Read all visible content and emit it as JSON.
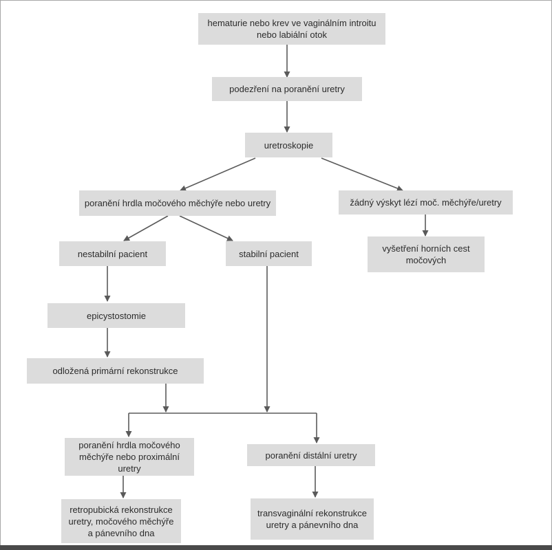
{
  "colors": {
    "box_fill": "#dcdcdc",
    "line": "#5a5a5a",
    "text": "#2b2b2b",
    "bottom_bar": "#4a4a4a"
  },
  "nodes": {
    "hematuria": "hematurie nebo krev ve vaginálním introitu\nnebo labiální otok",
    "suspicion": "podezření na poranění uretry",
    "urethroscopy": "uretroskopie",
    "injury_neck_urethra": "poranění hrdla močového měchýře nebo uretry",
    "no_lesions": "žádný výskyt lézí moč. měchýře/uretry",
    "unstable": "nestabilní pacient",
    "stable": "stabilní pacient",
    "upper_tract_exam": "vyšetření horních cest\nmočových",
    "epicystostomy": "epicystostomie",
    "delayed_reconstruction": "odložená primární rekonstrukce",
    "proximal_injury": "poranění hrdla močového\nměchýře nebo proximální uretry",
    "distal_injury": "poranění distální uretry",
    "retropubic": "retropubická rekonstrukce\nuretry, močového měchýře\na pánevního dna",
    "transvaginal": "transvaginální rekonstrukce\nuretry a pánevního dna"
  }
}
